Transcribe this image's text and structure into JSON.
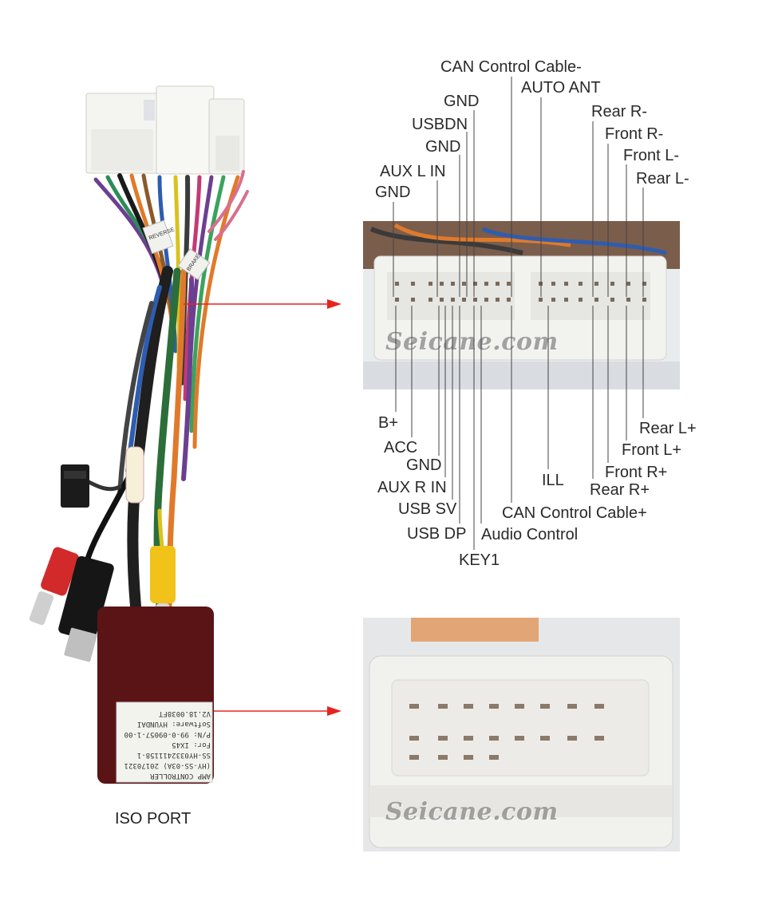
{
  "watermark": "Seicane.com",
  "iso_port_label": "ISO PORT",
  "module_label": {
    "line1": "AMP CONTROLLER",
    "line2": "(HY-SS-03A) 20170321",
    "line3": "SS-HY0332411158-1",
    "line4": "For: IX45",
    "line5": "P/N: 99-0-09057-1-00",
    "line6": "Software: HYUNDAI V2.18.0038FT"
  },
  "tag_reverse": "REVERSE",
  "tag_brake": "BRAKE",
  "top_labels": {
    "can_minus": "CAN Control Cable-",
    "auto_ant": "AUTO ANT",
    "gnd1": "GND",
    "usbdn": "USBDN",
    "gnd2": "GND",
    "aux_l_in": "AUX L IN",
    "gnd3": "GND",
    "rear_r_minus": "Rear R-",
    "front_r_minus": "Front R-",
    "front_l_minus": "Front L-",
    "rear_l_minus": "Rear L-"
  },
  "bottom_labels": {
    "b_plus": "B+",
    "acc": "ACC",
    "gnd": "GND",
    "aux_r_in": "AUX R IN",
    "usb_sv": "USB SV",
    "usb_dp": "USB DP",
    "key1": "KEY1",
    "audio_control": "Audio Control",
    "can_plus": "CAN Control Cable+",
    "ill": "ILL",
    "rear_r_plus": "Rear R+",
    "front_r_plus": "Front R+",
    "front_l_plus": "Front L+",
    "rear_l_plus": "Rear L+"
  },
  "colors": {
    "arrow": "#e8231e",
    "leader": "#444444",
    "module": "#5a1416",
    "connector": "#f1f1ee"
  }
}
